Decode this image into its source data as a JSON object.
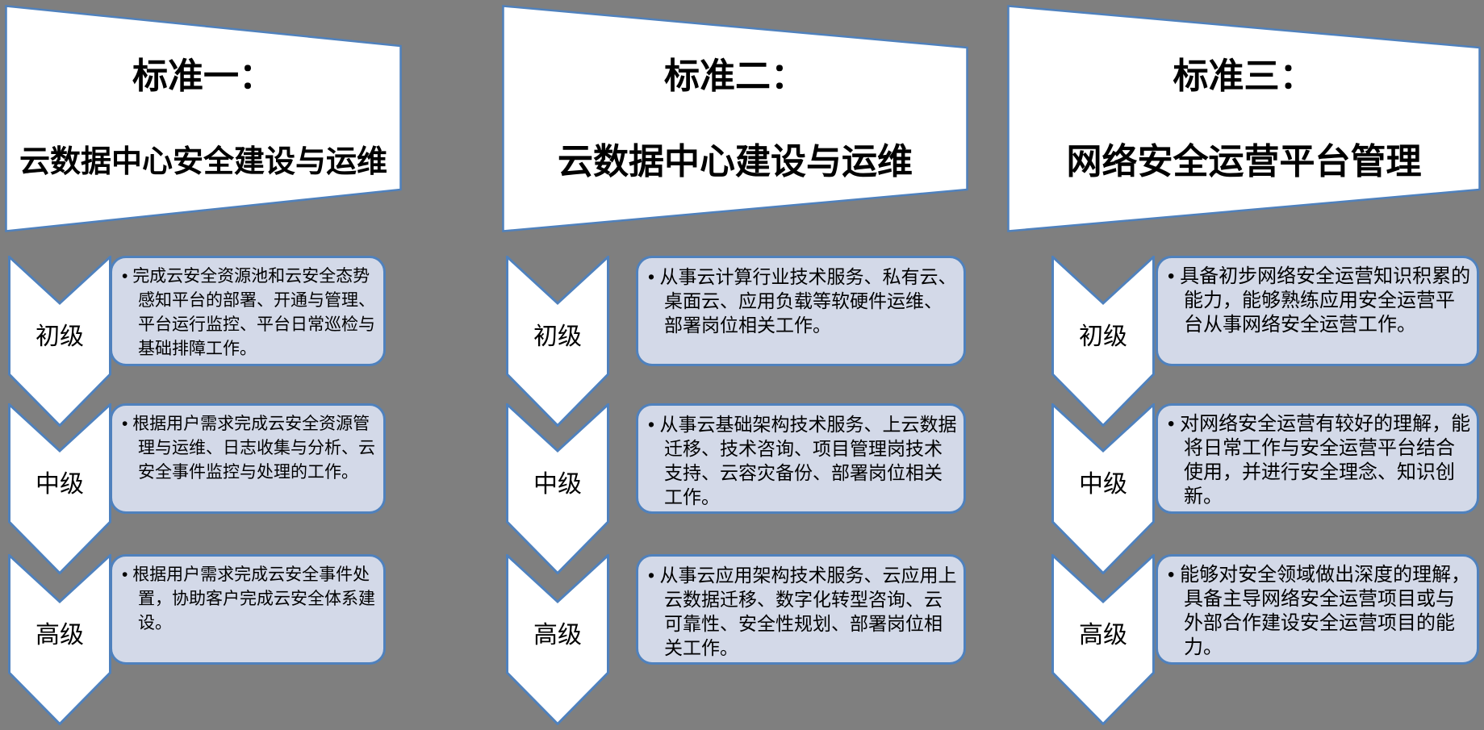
{
  "colors": {
    "background": "#7F7F7F",
    "accent_border": "#4F81BD",
    "box_fill": "#D3D9E8",
    "shape_fill": "#FFFFFF",
    "text": "#000000"
  },
  "bullet_char": "•",
  "columns": [
    {
      "header": {
        "line1": "标准一：",
        "line2": "云数据中心安全建设与运维"
      },
      "levels": [
        {
          "label": "初级",
          "text": "完成云安全资源池和云安全态势感知平台的部署、开通与管理、平台运行监控、平台日常巡检与基础排障工作。"
        },
        {
          "label": "中级",
          "text": "根据用户需求完成云安全资源管理与运维、日志收集与分析、云安全事件监控与处理的工作。"
        },
        {
          "label": "高级",
          "text": "根据用户需求完成云安全事件处置，协助客户完成云安全体系建设。"
        }
      ]
    },
    {
      "header": {
        "line1": "标准二：",
        "line2": "云数据中心建设与运维"
      },
      "levels": [
        {
          "label": "初级",
          "text": "从事云计算行业技术服务、私有云、桌面云、应用负载等软硬件运维、部署岗位相关工作。"
        },
        {
          "label": "中级",
          "text": "从事云基础架构技术服务、上云数据迁移、技术咨询、项目管理岗技术支持、云容灾备份、部署岗位相关工作。"
        },
        {
          "label": "高级",
          "text": "从事云应用架构技术服务、云应用上云数据迁移、数字化转型咨询、云可靠性、安全性规划、部署岗位相关工作。"
        }
      ]
    },
    {
      "header": {
        "line1": "标准三：",
        "line2": "网络安全运营平台管理"
      },
      "levels": [
        {
          "label": "初级",
          "text": "具备初步网络安全运营知识积累的能力，能够熟练应用安全运营平台从事网络安全运营工作。"
        },
        {
          "label": "中级",
          "text": "对网络安全运营有较好的理解，能将日常工作与安全运营平台结合使用，并进行安全理念、知识创新。"
        },
        {
          "label": "高级",
          "text": "能够对安全领域做出深度的理解，具备主导网络安全运营项目或与外部合作建设安全运营项目的能力。"
        }
      ]
    }
  ]
}
